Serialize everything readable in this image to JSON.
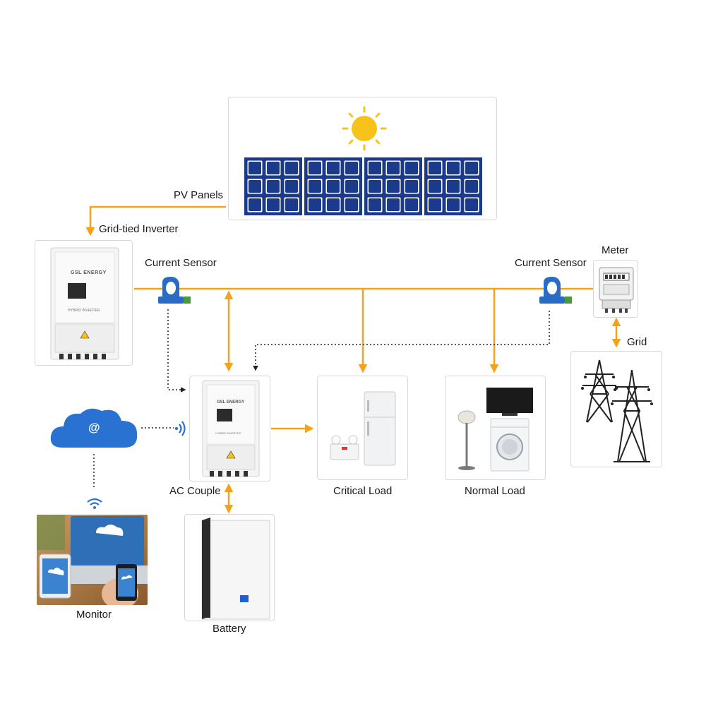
{
  "labels": {
    "pv_panels": "PV Panels",
    "grid_tied_inverter": "Grid-tied Inverter",
    "current_sensor_left": "Current Sensor",
    "current_sensor_right": "Current Sensor",
    "meter": "Meter",
    "grid": "Grid",
    "ac_couple": "AC Couple",
    "critical_load": "Critical Load",
    "normal_load": "Normal Load",
    "battery": "Battery",
    "monitor": "Monitor"
  },
  "device_text": {
    "brand": "GSL ENERGY",
    "model": "HYBRID INVERTER",
    "cloud_symbol": "@"
  },
  "colors": {
    "power_line": "#F5A21B",
    "signal_line": "#222222",
    "sun": "#F7C21A",
    "solar_panel": "#1B3A8C",
    "sensor": "#2A6CC4",
    "cloud": "#2A72D2",
    "wifi": "#2A72D2"
  }
}
